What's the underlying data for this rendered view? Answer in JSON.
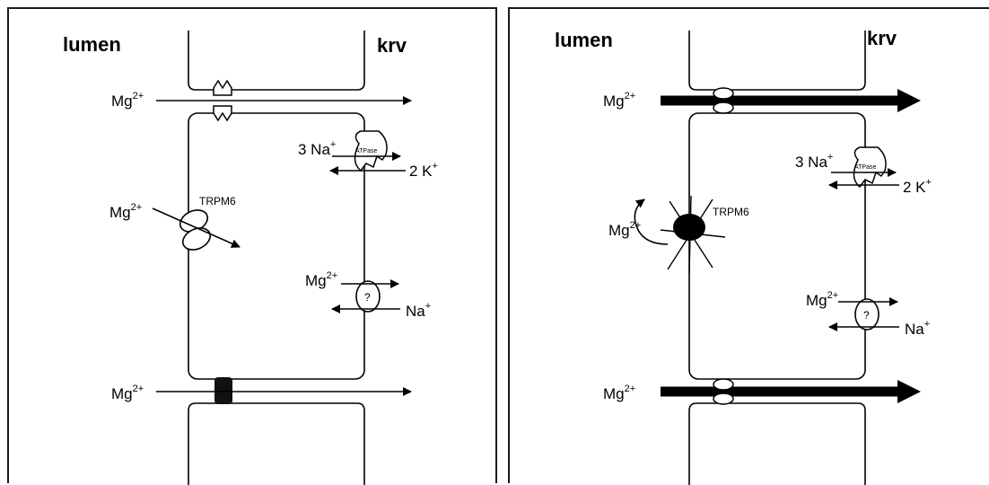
{
  "panels": [
    {
      "lumen_label": "lumen",
      "blood_label": "krv",
      "mg_label": "Mg",
      "mg_charge": "2+",
      "channel_label": "TRPM6",
      "na3_label": "3 Na",
      "na_charge": "+",
      "k2_label": "2 K",
      "k_charge": "+",
      "atpase_label": "ATPase",
      "exchanger_label": "?",
      "na_label": "Na",
      "na_ex_charge": "+"
    },
    {
      "lumen_label": "lumen",
      "blood_label": "krv",
      "mg_label": "Mg",
      "mg_charge": "2+",
      "channel_label": "TRPM6",
      "na3_label": "3 Na",
      "na_charge": "+",
      "k2_label": "2 K",
      "k_charge": "+",
      "atpase_label": "ATPase",
      "exchanger_label": "?",
      "na_label": "Na",
      "na_ex_charge": "+"
    }
  ]
}
